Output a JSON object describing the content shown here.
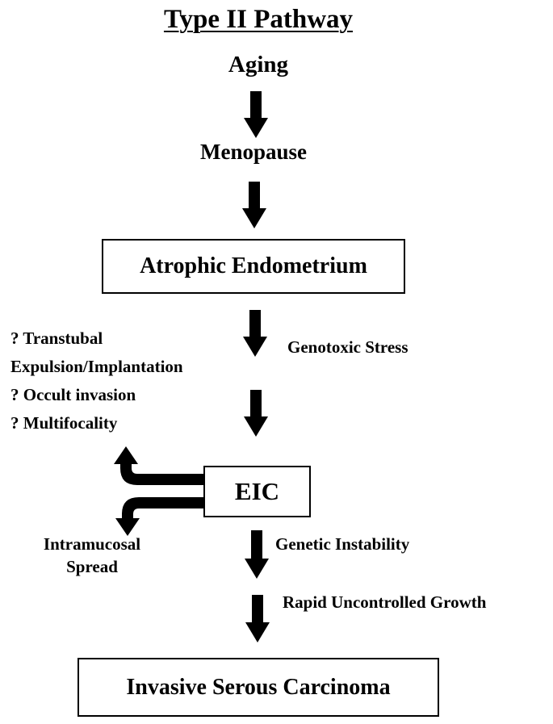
{
  "title": "Type II Pathway",
  "nodes": {
    "aging": "Aging",
    "menopause": "Menopause",
    "atrophic": "Atrophic Endometrium",
    "eic": "EIC",
    "invasive": "Invasive Serous Carcinoma"
  },
  "edge_labels": {
    "genotoxic": "Genotoxic Stress",
    "genetic": "Genetic Instability",
    "rapid": "Rapid Uncontrolled Growth"
  },
  "questions": [
    "? Transtubal",
    "Expulsion/Implantation",
    "? Occult invasion",
    "? Multifocality"
  ],
  "intramucosal": {
    "line1": "Intramucosal",
    "line2": "Spread"
  }
}
